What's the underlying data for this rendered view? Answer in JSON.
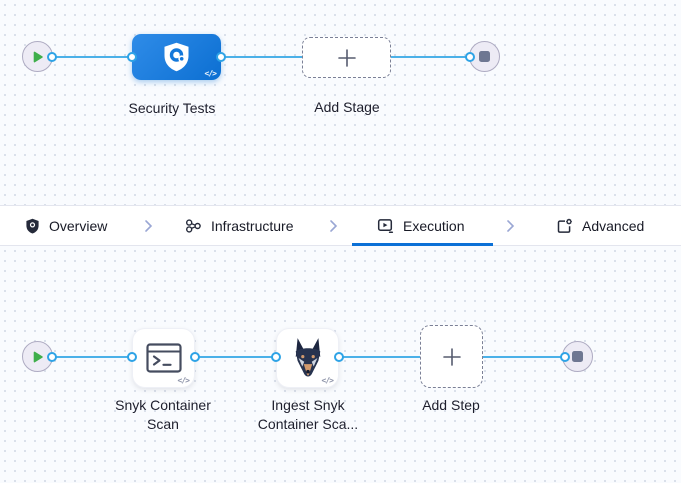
{
  "colors": {
    "accent": "#0b70d6",
    "connector": "#4cb1e8",
    "stage_node_gradient_start": "#2f8ce8",
    "stage_node_gradient_end": "#0c6fd2",
    "play_green": "#3fae4b",
    "stop_gray": "#6e7792",
    "canvas_bg": "#f9fbfe"
  },
  "stage_canvas": {
    "stage": {
      "label": "Security Tests",
      "icon": "shield-scan-icon",
      "code_badge": "</>"
    },
    "add_stage_label": "Add Stage"
  },
  "tab_bar": {
    "tabs": [
      {
        "label": "Overview",
        "icon": "shield-icon",
        "active": false
      },
      {
        "label": "Infrastructure",
        "icon": "infrastructure-icon",
        "active": false
      },
      {
        "label": "Execution",
        "icon": "execution-icon",
        "active": true
      },
      {
        "label": "Advanced",
        "icon": "advanced-icon",
        "active": false
      }
    ]
  },
  "step_canvas": {
    "steps": [
      {
        "label": "Snyk Container Scan",
        "icon": "terminal-icon",
        "code_badge": "</>"
      },
      {
        "label": "Ingest Snyk Container Sca...",
        "icon": "snyk-dog-icon",
        "code_badge": "</>"
      }
    ],
    "add_step_label": "Add Step"
  }
}
